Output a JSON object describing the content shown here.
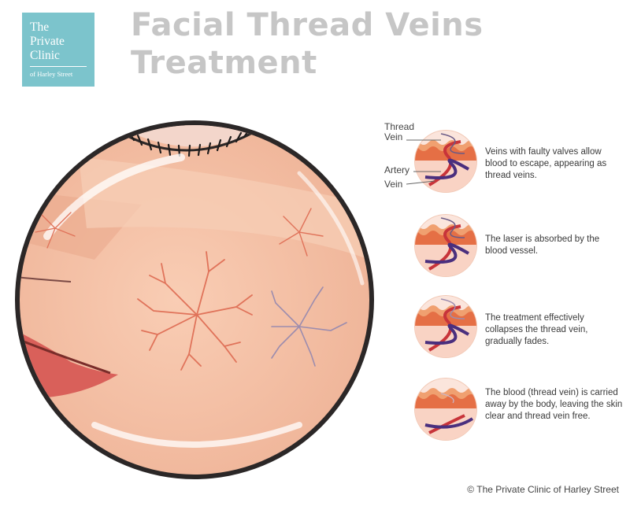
{
  "logo": {
    "line1": "The",
    "line2": "Private",
    "line3": "Clinic",
    "line4": "of Harley Street",
    "bg_color": "#7cc4cc"
  },
  "title": {
    "line1": "Facial Thread Veins",
    "line2": "Treatment"
  },
  "labels": {
    "thread_vein": [
      "Thread",
      "Vein"
    ],
    "artery": "Artery",
    "vein": "Vein"
  },
  "steps": [
    {
      "text": "Veins with faulty valves allow blood to escape, appearing as thread veins."
    },
    {
      "text": "The laser is absorbed by the blood vessel."
    },
    {
      "text": "The treatment effectively collapses the thread vein, gradually fades."
    },
    {
      "text": "The blood (thread vein) is carried away by the body, leaving the skin clear and thread vein free."
    }
  ],
  "copyright": "© The Private Clinic of Harley Street",
  "colors": {
    "skin": "#f6c3a8",
    "rim": "#2b2727",
    "vein_red": "#e0735a",
    "vein_purple": "#9c8cae",
    "artery_red": "#c8343a",
    "vein_blue": "#4a2f7e",
    "title_grey": "#c6c6c6"
  }
}
